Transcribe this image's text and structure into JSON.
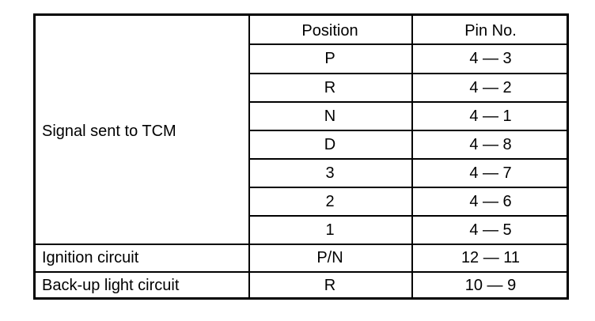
{
  "table": {
    "headers": {
      "position": "Position",
      "pin_no": "Pin No."
    },
    "group_label": "Signal sent to TCM",
    "signal_rows": [
      {
        "position": "P",
        "pin": "4 — 3"
      },
      {
        "position": "R",
        "pin": "4 — 2"
      },
      {
        "position": "N",
        "pin": "4 — 1"
      },
      {
        "position": "D",
        "pin": "4 — 8"
      },
      {
        "position": "3",
        "pin": "4 — 7"
      },
      {
        "position": "2",
        "pin": "4 — 6"
      },
      {
        "position": "1",
        "pin": "4 — 5"
      }
    ],
    "other_rows": [
      {
        "label": "Ignition circuit",
        "position": "P/N",
        "pin": "12 — 11"
      },
      {
        "label": "Back-up light circuit",
        "position": "R",
        "pin": "10 — 9"
      }
    ]
  }
}
